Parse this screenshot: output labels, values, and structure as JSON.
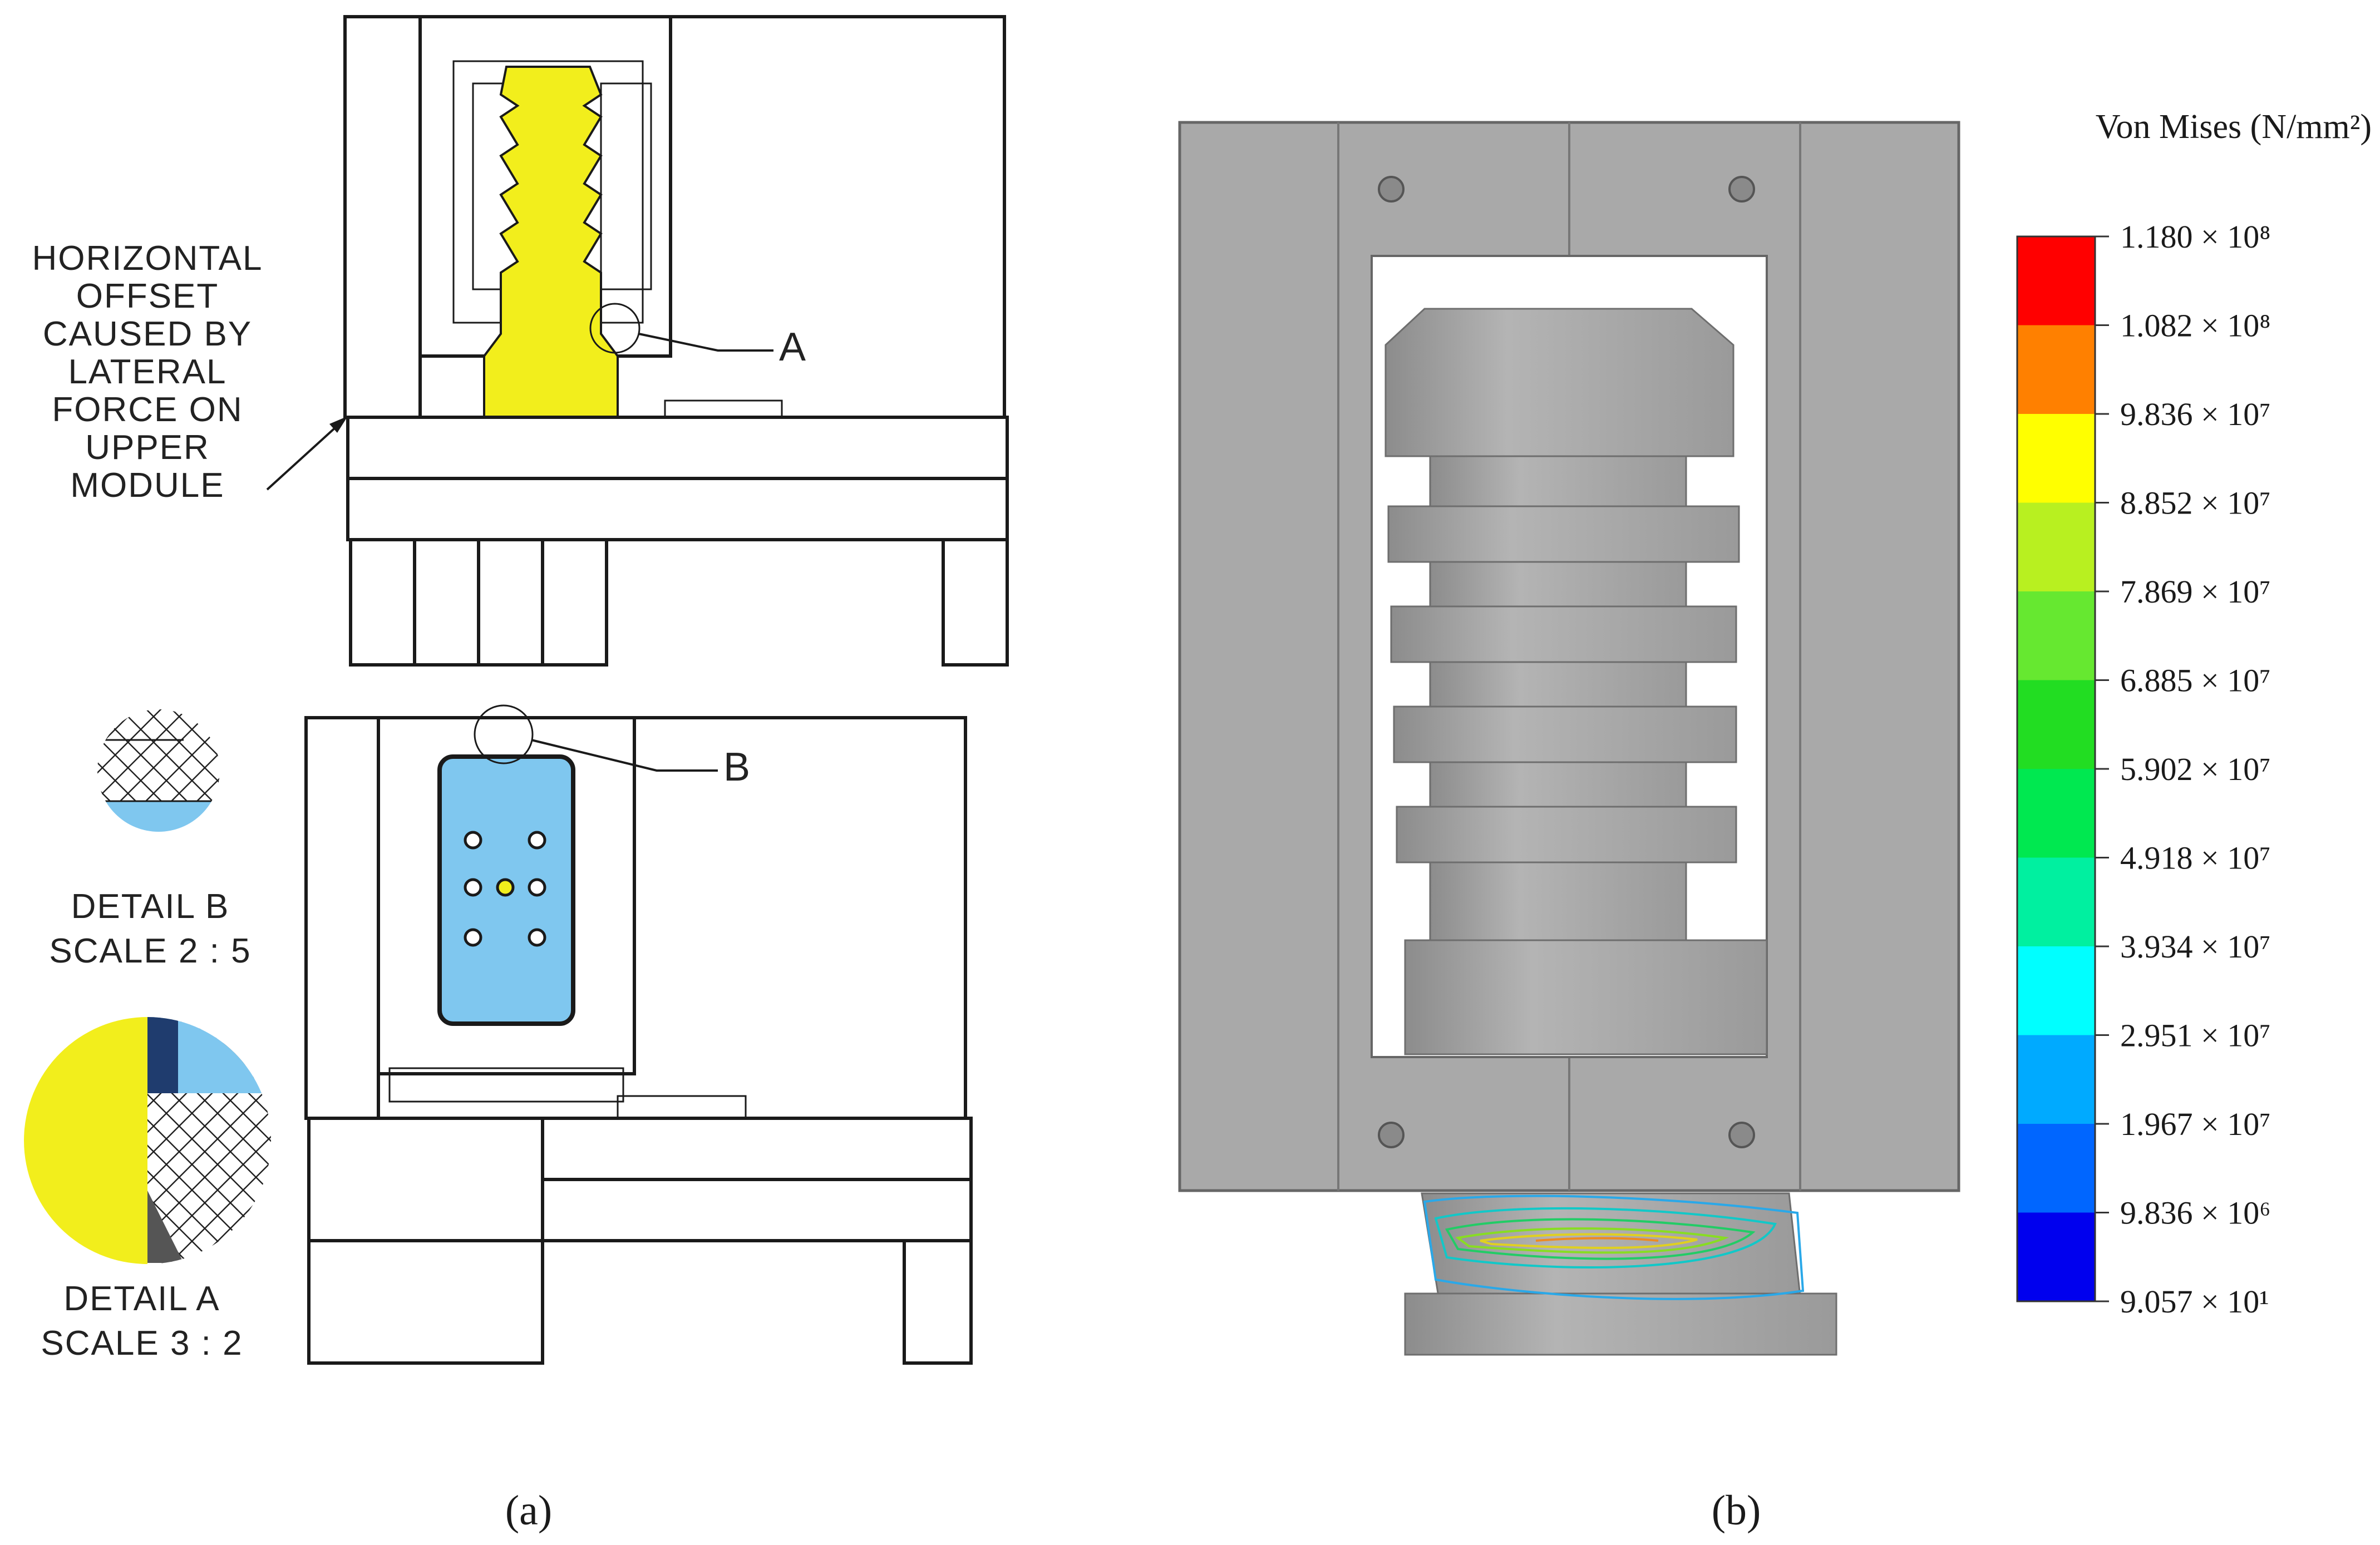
{
  "panel_a": {
    "caption": "(a)",
    "offset_note": [
      "HORIZONTAL",
      "OFFSET",
      "CAUSED BY",
      "LATERAL",
      "FORCE ON",
      "UPPER",
      "MODULE"
    ],
    "callout_a": "A",
    "callout_b": "B",
    "detail_b": {
      "title": "DETAIL B",
      "scale": "SCALE 2 : 5"
    },
    "detail_a": {
      "title": "DETAIL A",
      "scale": "SCALE 3 : 2"
    }
  },
  "panel_b": {
    "caption": "(b)",
    "legend": {
      "title": "Von Mises (N/mm²)",
      "labels": [
        "1.180 × 10⁸",
        "1.082 × 10⁸",
        "9.836 × 10⁷",
        "8.852 × 10⁷",
        "7.869 × 10⁷",
        "6.885 × 10⁷",
        "5.902 × 10⁷",
        "4.918 × 10⁷",
        "3.934 × 10⁷",
        "2.951 × 10⁷",
        "1.967 × 10⁷",
        "9.836 × 10⁶",
        "9.057 × 10¹"
      ],
      "colors": [
        "#ff0000",
        "#ff8000",
        "#ffff00",
        "#b8f020",
        "#66e830",
        "#22dd22",
        "#00e850",
        "#00f0a0",
        "#00ffff",
        "#00aaff",
        "#0066ff",
        "#0000ee"
      ]
    }
  },
  "colors": {
    "wood": "#f3bd8a",
    "wood_dark": "#e2a770",
    "yellow_part": "#f2ee1c",
    "blue_part": "#7fc7ef",
    "steel_grey": "#a8a8a8"
  }
}
